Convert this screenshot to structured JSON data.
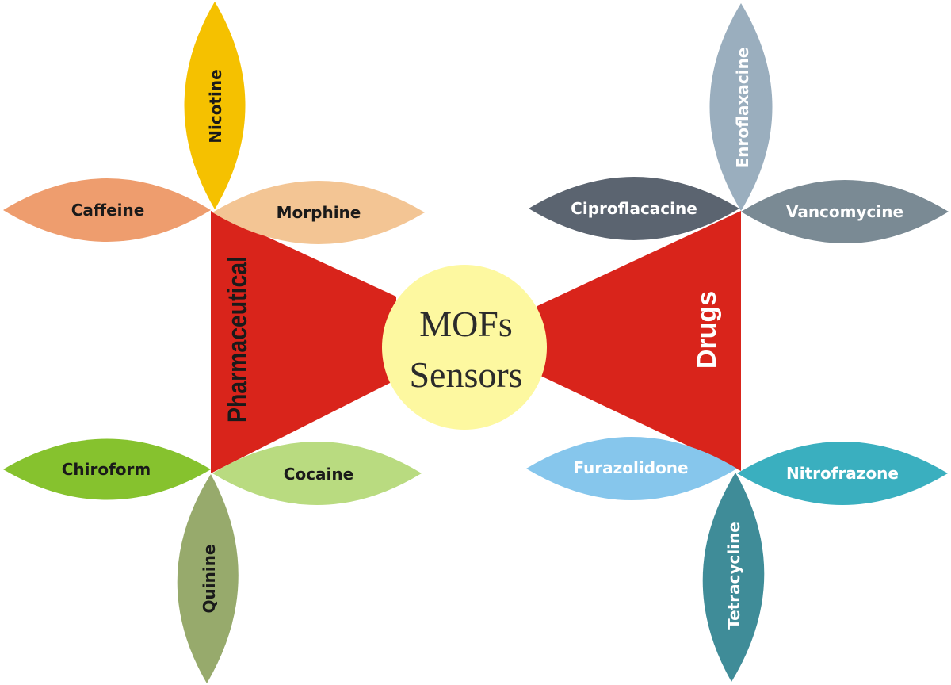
{
  "center": {
    "line1": "MOFs",
    "line2": "Sensors",
    "fill": "#fdf8a0"
  },
  "wings": {
    "color": "#d9241b",
    "left": {
      "label": "Pharmaceutical",
      "text_color": "#1a1a1a"
    },
    "right": {
      "label": "Drugs",
      "text_color": "#ffffff"
    }
  },
  "petals": {
    "nicotine": {
      "label": "Nicotine",
      "color": "#f5c100",
      "text_color": "#1a1a1a"
    },
    "caffeine": {
      "label": "Caffeine",
      "color": "#ee9d6e",
      "text_color": "#1a1a1a"
    },
    "morphine": {
      "label": "Morphine",
      "color": "#f3c594",
      "text_color": "#1a1a1a"
    },
    "chiroform": {
      "label": "Chiroform",
      "color": "#86c22e",
      "text_color": "#1a1a1a"
    },
    "cocaine": {
      "label": "Cocaine",
      "color": "#b9db80",
      "text_color": "#1a1a1a"
    },
    "quinine": {
      "label": "Quinine",
      "color": "#97aa6c",
      "text_color": "#1a1a1a"
    },
    "enroflaxacine": {
      "label": "Enroflaxacine",
      "color": "#9aaebe",
      "text_color": "#ffffff"
    },
    "ciproflacacine": {
      "label": "Ciproflacacine",
      "color": "#5b6470",
      "text_color": "#ffffff"
    },
    "vancomycine": {
      "label": "Vancomycine",
      "color": "#7a8a94",
      "text_color": "#ffffff"
    },
    "furazolidone": {
      "label": "Furazolidone",
      "color": "#86c6ec",
      "text_color": "#ffffff"
    },
    "nitrofrazone": {
      "label": "Nitrofrazone",
      "color": "#3aafbf",
      "text_color": "#ffffff"
    },
    "tetracycline": {
      "label": "Tetracycline",
      "color": "#3f8c98",
      "text_color": "#ffffff"
    }
  }
}
